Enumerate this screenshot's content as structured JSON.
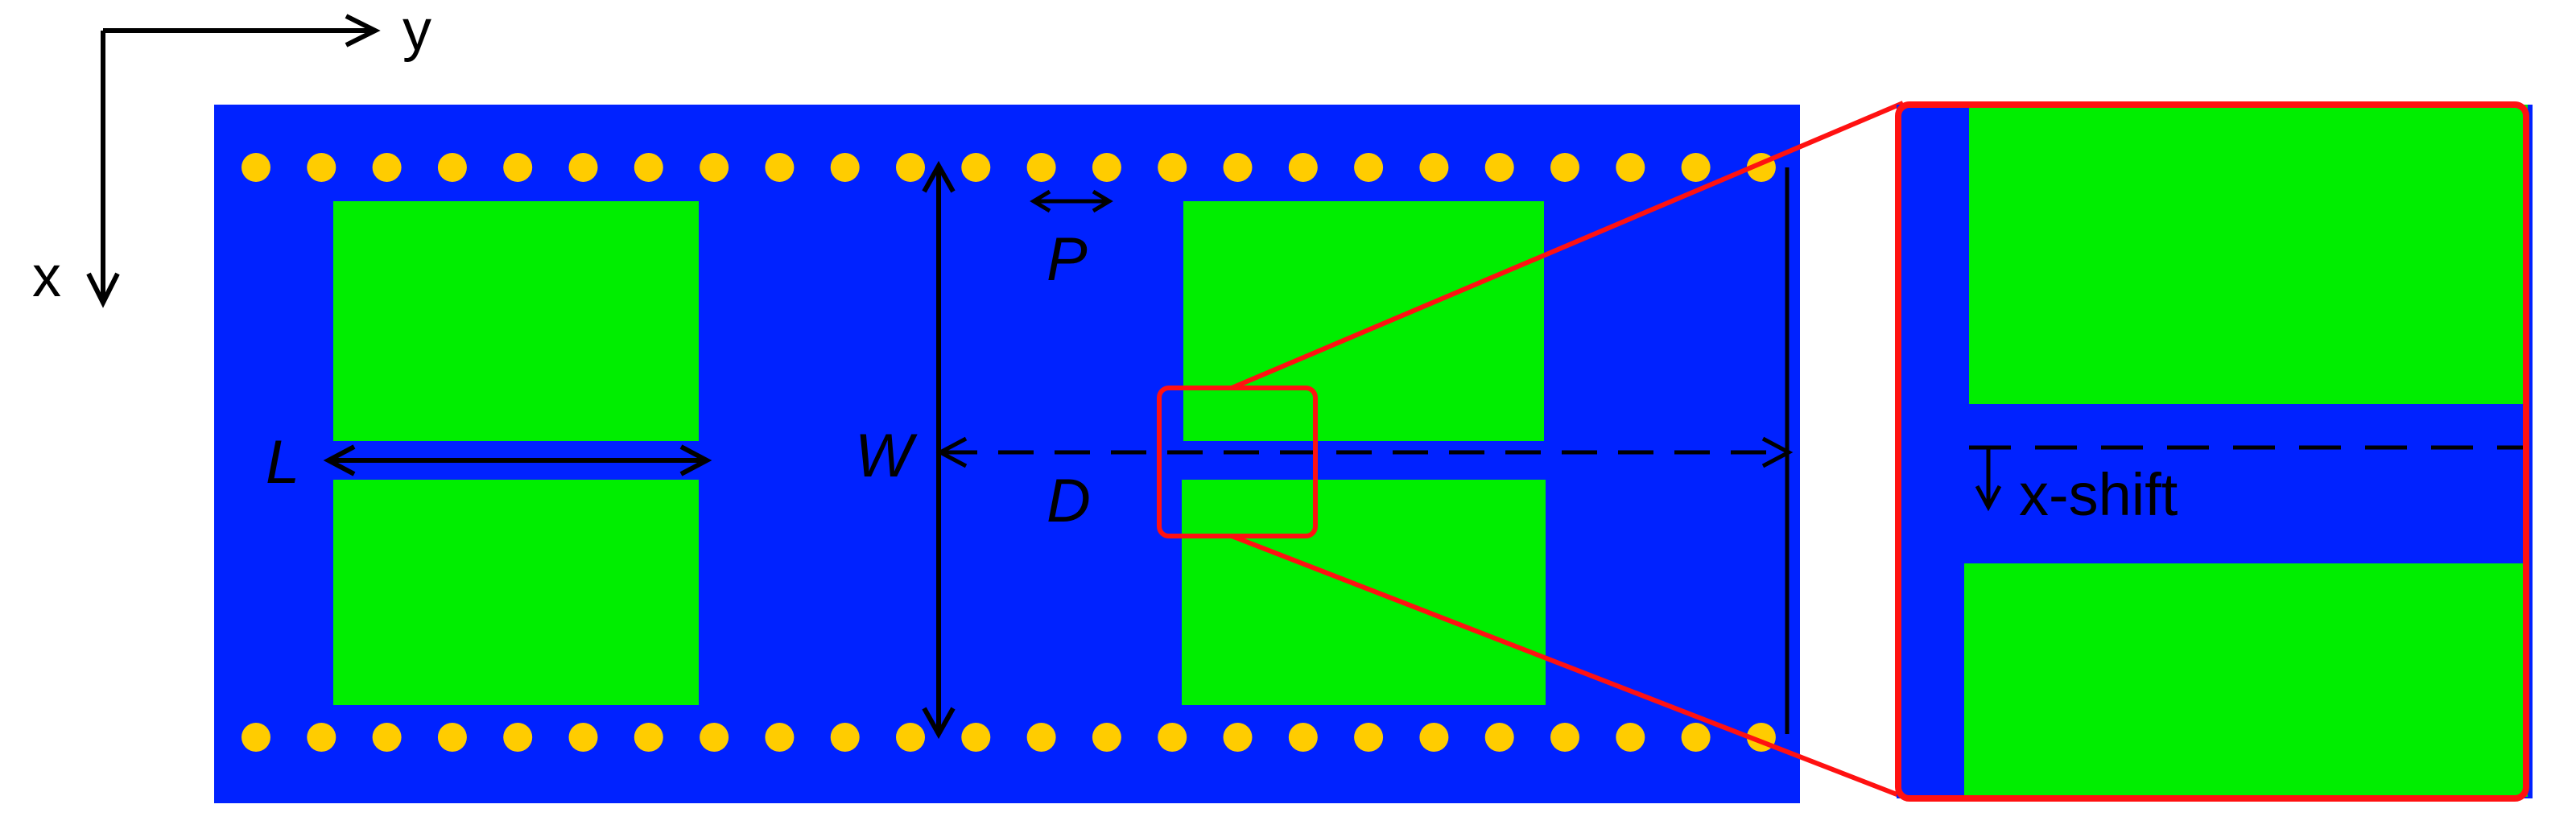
{
  "axes": {
    "x_label": "x",
    "y_label": "y"
  },
  "dimension_labels": {
    "L": "L",
    "W": "W",
    "P": "P",
    "D": "D",
    "x_shift": "x-shift"
  },
  "colors": {
    "substrate": "#0022ff",
    "patch": "#00ee00",
    "via": "#ffcc00",
    "highlight": "#ff1111",
    "line": "#000000"
  },
  "via_row": {
    "count_per_row": 24,
    "rows": 2
  }
}
